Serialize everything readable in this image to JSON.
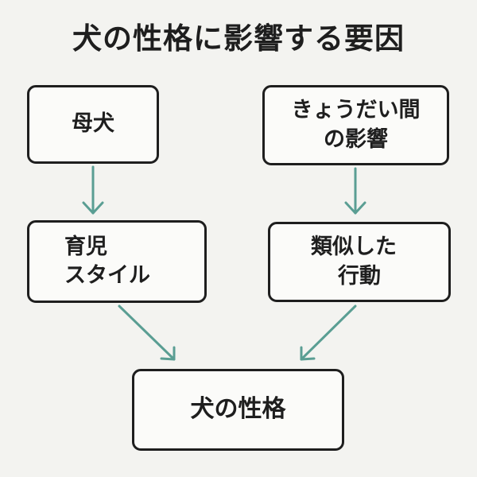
{
  "title": "犬の性格に影響する要因",
  "nodes": {
    "mother": {
      "lines": [
        "母犬"
      ]
    },
    "siblings": {
      "lines": [
        "きょうだい間",
        "の影響"
      ]
    },
    "parenting": {
      "lines": [
        "育児",
        "スタイル"
      ]
    },
    "similar": {
      "lines": [
        "類似した",
        "行動"
      ]
    },
    "personality": {
      "lines": [
        "犬の性格"
      ]
    }
  },
  "edges": [
    {
      "from": "mother",
      "to": "parenting"
    },
    {
      "from": "siblings",
      "to": "similar"
    },
    {
      "from": "parenting",
      "to": "personality"
    },
    {
      "from": "similar",
      "to": "personality"
    }
  ],
  "colors": {
    "arrow": "#5a9e93",
    "border": "#1e1e1e",
    "background": "#f3f3f0"
  }
}
